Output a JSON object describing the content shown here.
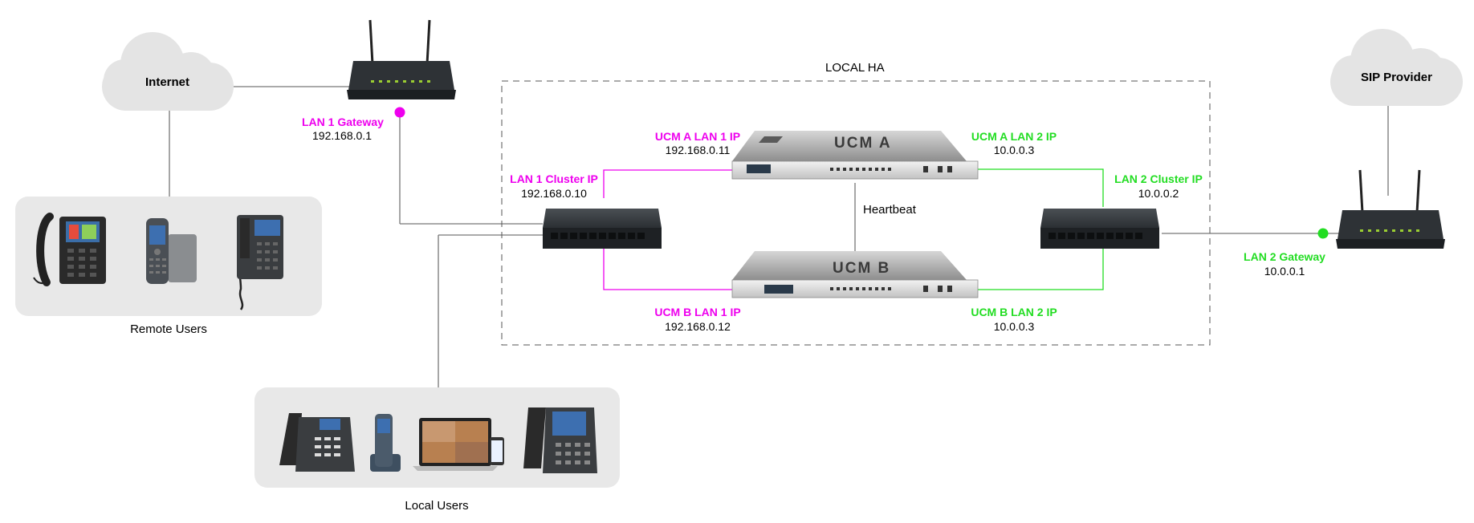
{
  "clouds": {
    "internet": "Internet",
    "sip_provider": "SIP Provider"
  },
  "local_ha": {
    "title": "LOCAL HA"
  },
  "ucm_a": {
    "name": "UCM A"
  },
  "ucm_b": {
    "name": "UCM B"
  },
  "heartbeat": "Heartbeat",
  "labels": {
    "lan1_gateway": {
      "title": "LAN 1 Gateway",
      "ip": "192.168.0.1"
    },
    "lan1_cluster": {
      "title": "LAN 1 Cluster IP",
      "ip": "192.168.0.10"
    },
    "ucm_a_lan1": {
      "title": "UCM A LAN 1 IP",
      "ip": "192.168.0.11"
    },
    "ucm_a_lan2": {
      "title": "UCM A LAN 2 IP",
      "ip": "10.0.0.3"
    },
    "lan2_cluster": {
      "title": "LAN 2 Cluster IP",
      "ip": "10.0.0.2"
    },
    "ucm_b_lan1": {
      "title": "UCM B LAN 1 IP",
      "ip": "192.168.0.12"
    },
    "ucm_b_lan2": {
      "title": "UCM B LAN 2 IP",
      "ip": "10.0.0.3"
    },
    "lan2_gateway": {
      "title": "LAN 2 Gateway",
      "ip": "10.0.0.1"
    }
  },
  "groups": {
    "remote_users": "Remote Users",
    "local_users": "Local Users"
  },
  "colors": {
    "lan1": "#ee00ee",
    "lan2": "#22dd22",
    "line": "#777777",
    "cloud": "#e4e4e4",
    "group_bg": "#e8e8e8"
  }
}
